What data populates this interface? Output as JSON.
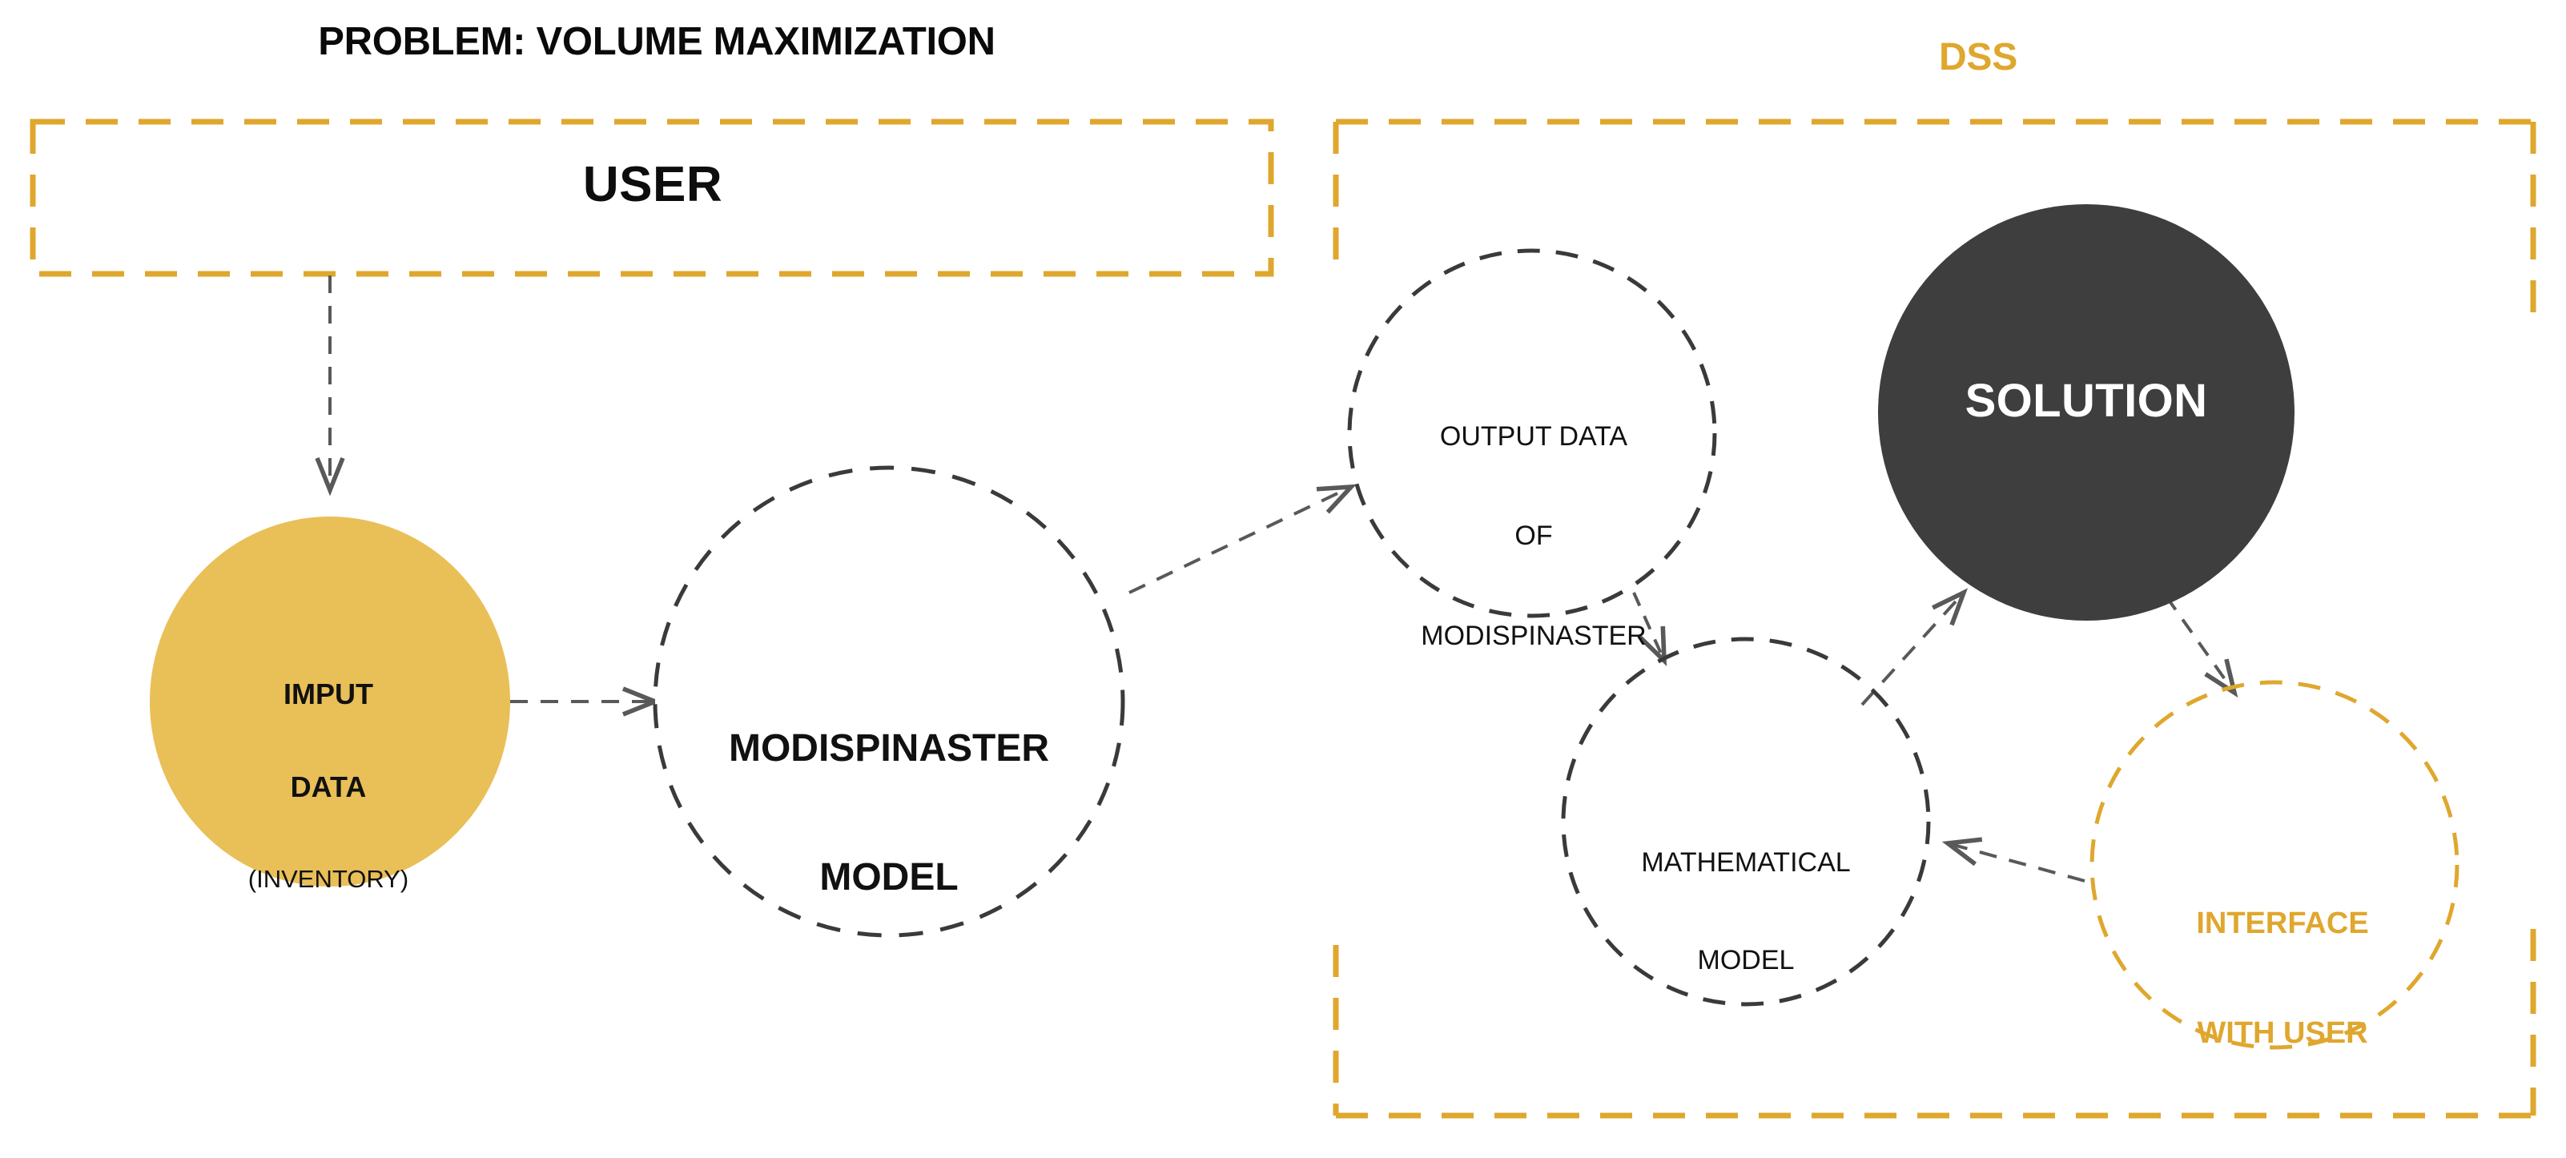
{
  "diagram": {
    "title": "PROBLEM: VOLUME MAXIMIZATION",
    "dss_title": "DSS",
    "colors": {
      "accent_gold": "#DFA72E",
      "node_fill_gold": "#E9BF57",
      "solution_fill": "#3E3E3E",
      "connector_gray": "#595959",
      "text_dark": "#111111",
      "text_light": "#FFFFFF",
      "background": "#FFFFFF"
    },
    "containers": [
      {
        "id": "user-box",
        "label": "USER",
        "style": "dashed-gold-rectangle"
      },
      {
        "id": "dss-box",
        "label": "DSS",
        "style": "dashed-gold-rectangle"
      }
    ],
    "nodes": [
      {
        "id": "input-data",
        "shape": "circle",
        "fill": "solid-gold",
        "line1": "IMPUT",
        "line2": "DATA",
        "line3": "(INVENTORY)"
      },
      {
        "id": "modispinaster-model",
        "shape": "circle",
        "fill": "dashed-gray-outline",
        "line1": "MODISPINASTER",
        "line2": "MODEL"
      },
      {
        "id": "output-data",
        "shape": "circle",
        "fill": "dashed-gray-outline",
        "line1": "OUTPUT DATA",
        "line2": "OF",
        "line3": "MODISPINASTER"
      },
      {
        "id": "solution",
        "shape": "circle",
        "fill": "solid-dark",
        "line1": "SOLUTION"
      },
      {
        "id": "mathematical-model",
        "shape": "circle",
        "fill": "dashed-gray-outline",
        "line1": "MATHEMATICAL",
        "line2": "MODEL"
      },
      {
        "id": "interface-with-user",
        "shape": "circle",
        "fill": "dashed-gold-outline",
        "line1": "INTERFACE",
        "line2": "WITH USER"
      }
    ],
    "connectors": [
      {
        "from": "user-box",
        "to": "input-data",
        "style": "dashed-arrow"
      },
      {
        "from": "input-data",
        "to": "modispinaster-model",
        "style": "dashed-arrow"
      },
      {
        "from": "modispinaster-model",
        "to": "output-data",
        "style": "dashed-arrow"
      },
      {
        "from": "output-data",
        "to": "mathematical-model",
        "style": "dashed-arrow"
      },
      {
        "from": "mathematical-model",
        "to": "solution",
        "style": "dashed-arrow"
      },
      {
        "from": "solution",
        "to": "interface-with-user",
        "style": "dashed-arrow"
      },
      {
        "from": "interface-with-user",
        "to": "mathematical-model",
        "style": "dashed-arrow"
      }
    ]
  }
}
